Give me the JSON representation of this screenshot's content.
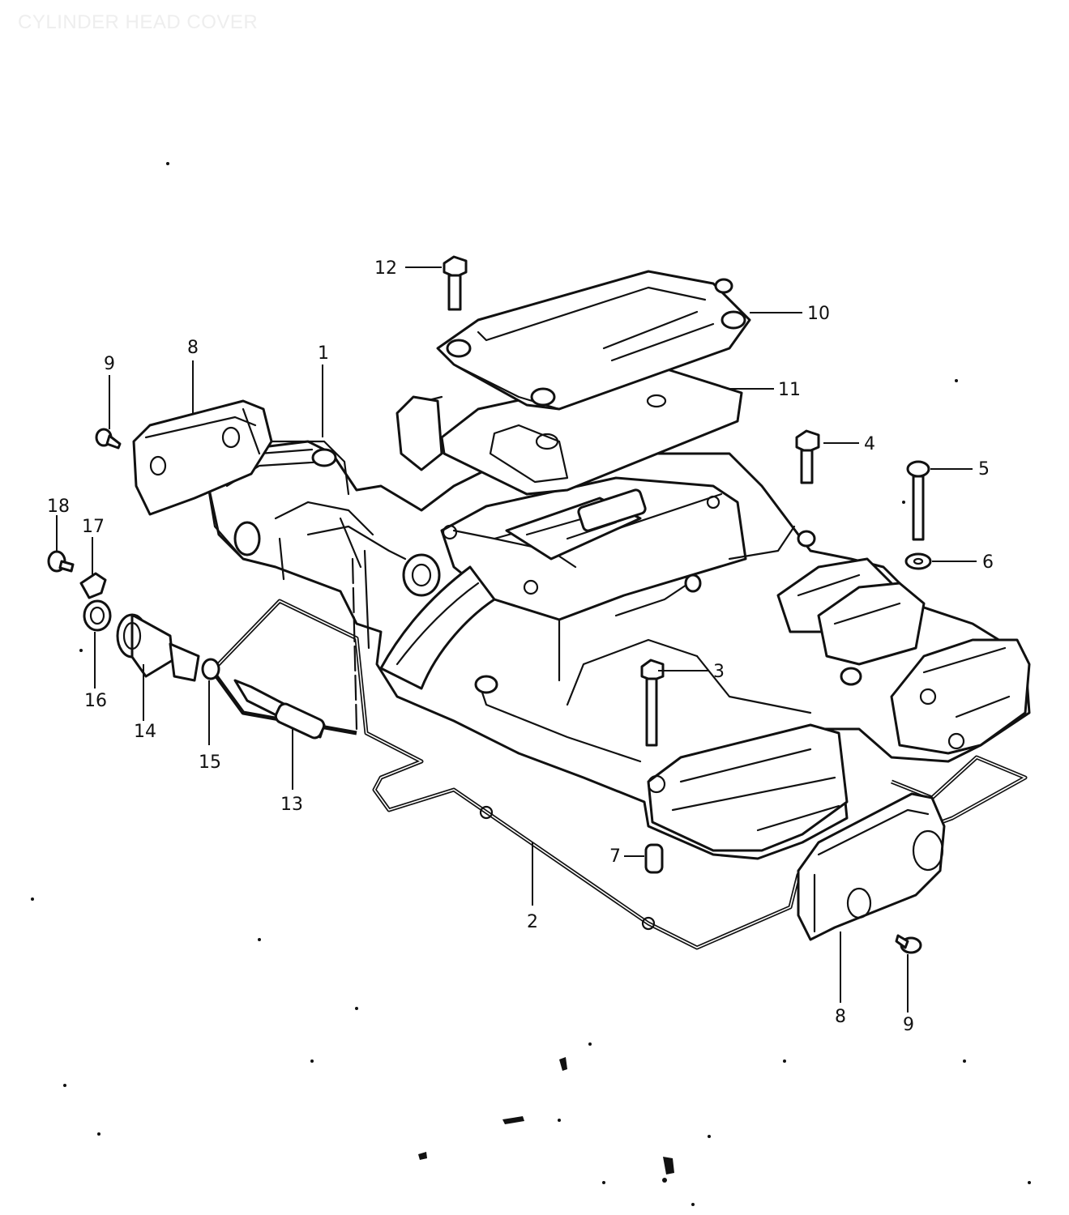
{
  "title": "CYLINDER HEAD COVER",
  "callouts": [
    {
      "id": "c1",
      "label": "1"
    },
    {
      "id": "c2",
      "label": "2"
    },
    {
      "id": "c3",
      "label": "3"
    },
    {
      "id": "c4",
      "label": "4"
    },
    {
      "id": "c5",
      "label": "5"
    },
    {
      "id": "c6",
      "label": "6"
    },
    {
      "id": "c7",
      "label": "7"
    },
    {
      "id": "c8a",
      "label": "8"
    },
    {
      "id": "c8b",
      "label": "8"
    },
    {
      "id": "c9a",
      "label": "9"
    },
    {
      "id": "c9b",
      "label": "9"
    },
    {
      "id": "c10",
      "label": "10"
    },
    {
      "id": "c11",
      "label": "11"
    },
    {
      "id": "c12",
      "label": "12"
    },
    {
      "id": "c13",
      "label": "13"
    },
    {
      "id": "c14",
      "label": "14"
    },
    {
      "id": "c15",
      "label": "15"
    },
    {
      "id": "c16",
      "label": "16"
    },
    {
      "id": "c17",
      "label": "17"
    },
    {
      "id": "c18",
      "label": "18"
    }
  ]
}
